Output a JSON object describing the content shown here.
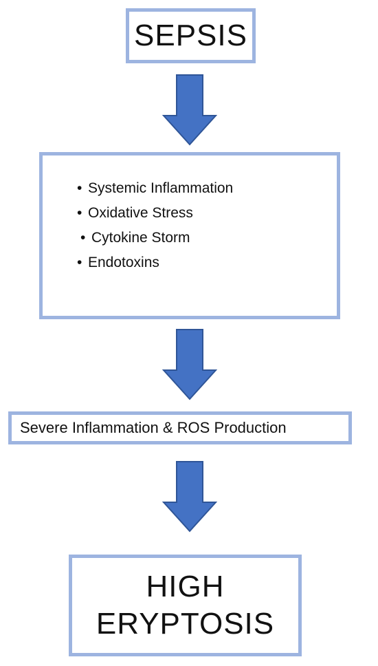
{
  "nodes": {
    "sepsis": {
      "label": "SEPSIS"
    },
    "causes": {
      "items": [
        "Systemic Inflammation",
        "Oxidative Stress",
        "Cytokine Storm",
        "Endotoxins"
      ]
    },
    "mechanism": {
      "label": "Severe Inflammation & ROS Production"
    },
    "outcome": {
      "line1": "HIGH",
      "line2": "ERYPTOSIS"
    }
  },
  "colors": {
    "box_border": "#9DB4E0",
    "arrow_fill": "#4472C4",
    "arrow_stroke": "#2F5597"
  },
  "bullet_symbol": "•"
}
